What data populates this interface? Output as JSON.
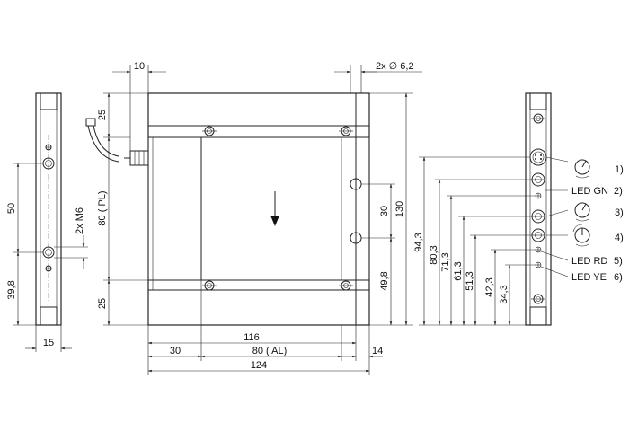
{
  "dimensions": {
    "width_15": "15",
    "height_39_8": "39,8",
    "height_50": "50",
    "thread": "2x M6",
    "top_10": "10",
    "hole_dia": "2x ∅ 6,2",
    "h_25_top": "25",
    "h_80_pl": "80 ( PL)",
    "h_25_bottom": "25",
    "h_30": "30",
    "h_130": "130",
    "h_49_8": "49,8",
    "w_116": "116",
    "w_30": "30",
    "w_80_al": "80 ( AL)",
    "w_14": "14",
    "w_124": "124",
    "d_94_3": "94,3",
    "d_80_3": "80,3",
    "d_71_3": "71,3",
    "d_61_3": "61,3",
    "d_51_3": "51,3",
    "d_42_3": "42,3",
    "d_34_3": "34,3"
  },
  "legend": {
    "item1": "1)",
    "led_gn": "LED GN",
    "item2": "2)",
    "item3": "3)",
    "item4": "4)",
    "led_rd": "LED RD",
    "item5": "5)",
    "led_ye": "LED YE",
    "item6": "6)"
  },
  "icons": {
    "arrow": "direction-arrow-icon",
    "pot1": "potentiometer-icon",
    "pot2": "potentiometer-icon",
    "switch": "rotary-switch-icon"
  }
}
